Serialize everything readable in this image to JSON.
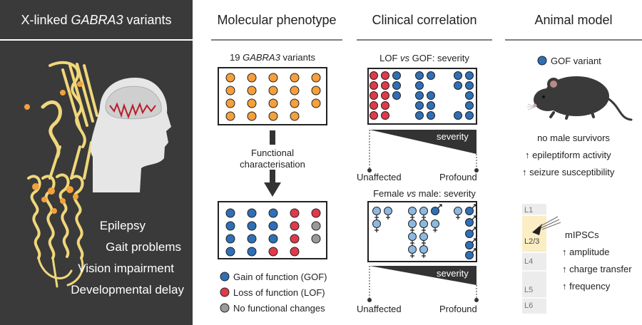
{
  "panels": {
    "left": {
      "title_prefix": "X-linked ",
      "title_gene": "GABRA3",
      "title_suffix": " variants",
      "conditions": [
        "Epilepsy",
        "Gait problems",
        "Vision impairment",
        "Developmental delay"
      ]
    },
    "molecular": {
      "title": "Molecular phenotype",
      "variants_count": "19",
      "variants_gene": "GABRA3",
      "variants_suffix": " variants",
      "arrow_label_line1": "Functional",
      "arrow_label_line2": "characterisation",
      "legend": [
        {
          "label": "Gain of function (GOF)",
          "color": "#2f6fb6"
        },
        {
          "label": "Loss of function (LOF)",
          "color": "#e03a4a"
        },
        {
          "label": "No functional changes",
          "color": "#9a9a9a"
        }
      ]
    },
    "clinical": {
      "title": "Clinical correlation",
      "top_title_a": "LOF ",
      "top_title_vs": "vs",
      "top_title_b": " GOF: severity",
      "bottom_title_a": "Female ",
      "bottom_title_vs": "vs",
      "bottom_title_b": " male: severity",
      "severity_label": "severity",
      "left_end": "Unaffected",
      "right_end": "Profound"
    },
    "animal": {
      "title": "Animal model",
      "legend_label": "GOF variant",
      "findings": [
        "no male survivors",
        "epileptiform activity",
        "seizure susceptibility"
      ],
      "up_arrow": "↑",
      "layers": [
        "L1",
        "L2/3",
        "L4",
        "L5",
        "L6"
      ],
      "mipsc_title": "mIPSCs",
      "mipsc_findings": [
        "amplitude",
        "charge transfer",
        "frequency"
      ]
    }
  },
  "colors": {
    "gof": "#2f6fb6",
    "lof": "#e03a4a",
    "unchanged": "#9a9a9a",
    "variant": "#f5a03a",
    "female": "#8db9e0",
    "dark_panel": "#3a3a3a",
    "protein": "#f0d77a"
  }
}
